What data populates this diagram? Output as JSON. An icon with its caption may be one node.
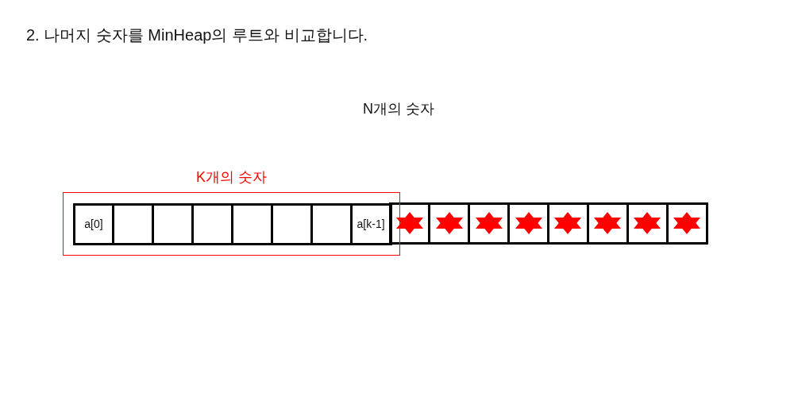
{
  "diagram": {
    "title": "2. 나머지 숫자를 MinHeap의 루트와 비교합니다.",
    "nodes": [
      {
        "text": [
          "K개의 숫자"
        ]
      },
      {
        "text": [
          "a[0]"
        ],
        "in": 0
      },
      {
        "text": [],
        "shape": "box",
        "in": 0
      },
      {
        "text": [],
        "shape": "box",
        "in": 0
      },
      {
        "text": [],
        "shape": "box",
        "in": 0
      },
      {
        "text": [],
        "shape": "box",
        "in": 0
      },
      {
        "text": [],
        "shape": "box",
        "in": 0
      },
      {
        "text": [],
        "shape": "box",
        "in": 0
      },
      {
        "text": [
          "a[k-1]"
        ],
        "in": 0
      },
      {
        "text": [],
        "shape": "star"
      },
      {
        "text": [],
        "shape": "star"
      },
      {
        "text": [],
        "shape": "star"
      },
      {
        "text": [],
        "shape": "star"
      },
      {
        "text": [],
        "shape": "star"
      },
      {
        "text": [],
        "shape": "star"
      },
      {
        "text": [],
        "shape": "star"
      },
      {
        "text": [],
        "shape": "star"
      }
    ],
    "labels": [
      "N개의 숫자"
    ]
  }
}
